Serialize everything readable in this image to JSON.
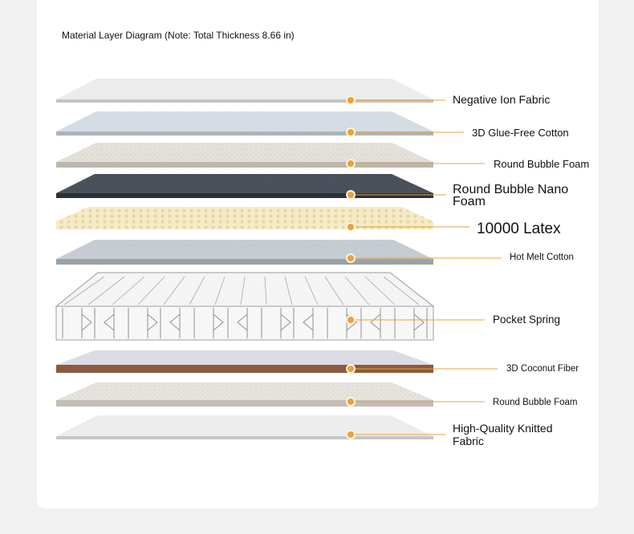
{
  "title": "Material Layer Diagram (Note: Total Thickness 8.66 in)",
  "accent_color": "#e8a33a",
  "layers": [
    {
      "label": "Negative Ion Fabric",
      "top_color": "#ececec",
      "edge_color": "#c4c4c4"
    },
    {
      "label": "3D Glue-Free Cotton",
      "top_color": "#d9e0e8",
      "edge_color": "#aab3bd"
    },
    {
      "label": "Round Bubble Foam",
      "top_color": "#e4e0da",
      "edge_color": "#bcb6ad"
    },
    {
      "label": "Round Bubble Nano Foam",
      "top_color": "#4d535e",
      "edge_color": "#2c3038"
    },
    {
      "label": "10000 Latex",
      "top_color": "#f5ebc8",
      "edge_color": "#e3d39d"
    },
    {
      "label": "Hot Melt Cotton",
      "top_color": "#c8ced3",
      "edge_color": "#9aa2a9"
    },
    {
      "label": "Pocket Spring",
      "top_color": "#f4f4f4",
      "edge_color": "#bdbdbd"
    },
    {
      "label": "3D Coconut Fiber",
      "top_color": "#dcdce6",
      "edge_color": "#8a5a3e"
    },
    {
      "label": "Round Bubble Foam",
      "top_color": "#e6e3de",
      "edge_color": "#c2bdb5"
    },
    {
      "label": "High-Quality Knitted Fabric",
      "top_color": "#ececec",
      "edge_color": "#c6c6c6"
    }
  ]
}
